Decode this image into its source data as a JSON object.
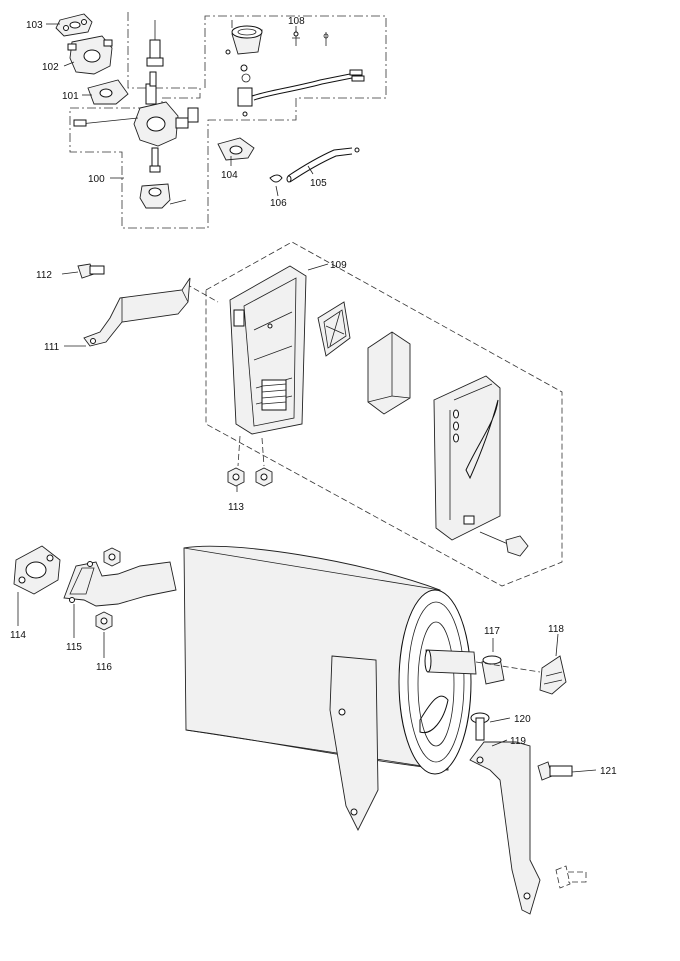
{
  "diagram": {
    "callouts": [
      {
        "id": "c100",
        "text": "100",
        "note": "carburetor assembly"
      },
      {
        "id": "c101",
        "text": "101",
        "note": "insulator"
      },
      {
        "id": "c102",
        "text": "102",
        "note": "insulator plate"
      },
      {
        "id": "c103",
        "text": "103",
        "note": "gasket"
      },
      {
        "id": "c104",
        "text": "104",
        "note": "gasket"
      },
      {
        "id": "c105",
        "text": "105",
        "note": "breather hose"
      },
      {
        "id": "c106",
        "text": "106",
        "note": "clip"
      },
      {
        "id": "c108",
        "text": "108",
        "note": "clamp"
      },
      {
        "id": "c109",
        "text": "109",
        "note": "air cleaner assembly"
      },
      {
        "id": "c111",
        "text": "111",
        "note": "bracket"
      },
      {
        "id": "c112",
        "text": "112",
        "note": "bolt"
      },
      {
        "id": "c113",
        "text": "113",
        "note": "nut"
      },
      {
        "id": "c114",
        "text": "114",
        "note": "gasket"
      },
      {
        "id": "c115",
        "text": "115",
        "note": "exhaust pipe"
      },
      {
        "id": "c116",
        "text": "116",
        "note": "nut"
      },
      {
        "id": "c117",
        "text": "117",
        "note": "bushing"
      },
      {
        "id": "c118",
        "text": "118",
        "note": "clamp"
      },
      {
        "id": "c119",
        "text": "119",
        "note": "muffler bracket"
      },
      {
        "id": "c120",
        "text": "120",
        "note": "bolt"
      },
      {
        "id": "c121",
        "text": "121",
        "note": "bolt"
      }
    ]
  }
}
